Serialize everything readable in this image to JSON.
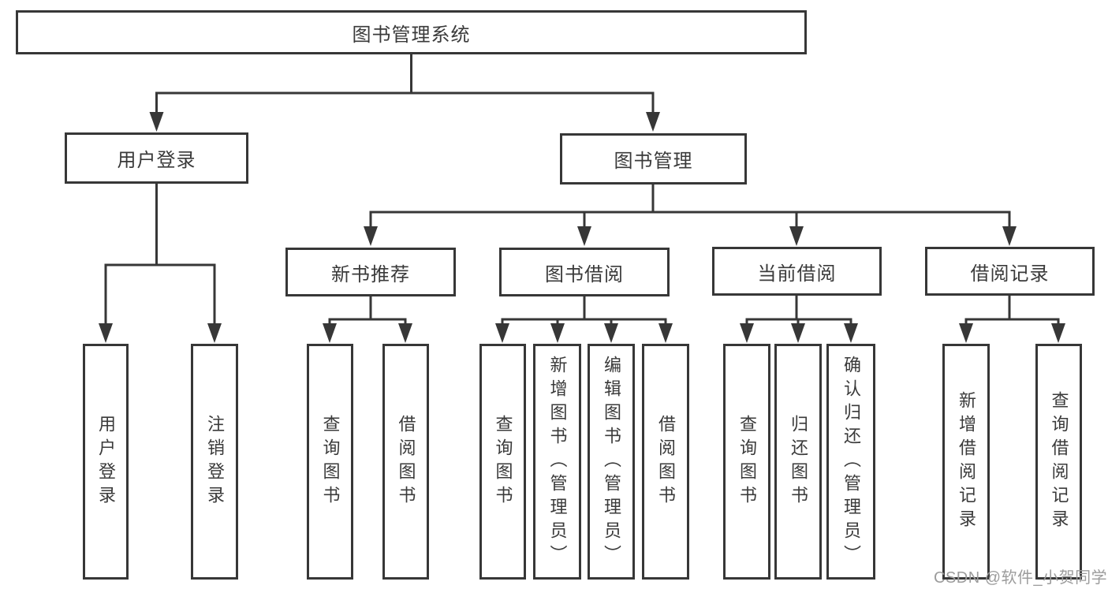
{
  "diagram_type": "functional-structure-tree",
  "tree": {
    "label": "图书管理系统",
    "children": [
      {
        "label": "用户登录",
        "children": [
          {
            "label": "用户登录"
          },
          {
            "label": "注销登录"
          }
        ]
      },
      {
        "label": "图书管理",
        "children": [
          {
            "label": "新书推荐",
            "children": [
              {
                "label": "查询图书"
              },
              {
                "label": "借阅图书"
              }
            ]
          },
          {
            "label": "图书借阅",
            "children": [
              {
                "label": "查询图书"
              },
              {
                "label": "新增图书（管理员）"
              },
              {
                "label": "编辑图书（管理员）"
              },
              {
                "label": "借阅图书"
              }
            ]
          },
          {
            "label": "当前借阅",
            "children": [
              {
                "label": "查询图书"
              },
              {
                "label": "归还图书"
              },
              {
                "label": "确认归还（管理员）"
              }
            ]
          },
          {
            "label": "借阅记录",
            "children": [
              {
                "label": "新增借阅记录"
              },
              {
                "label": "查询借阅记录"
              }
            ]
          }
        ]
      }
    ]
  },
  "watermark": {
    "text": "CSDN @软件_小贺同学"
  },
  "colors": {
    "line": "#373737",
    "box_border": "#373737",
    "text": "#3a3a3a",
    "watermark": "#9c9c9c",
    "background": "#ffffff"
  }
}
